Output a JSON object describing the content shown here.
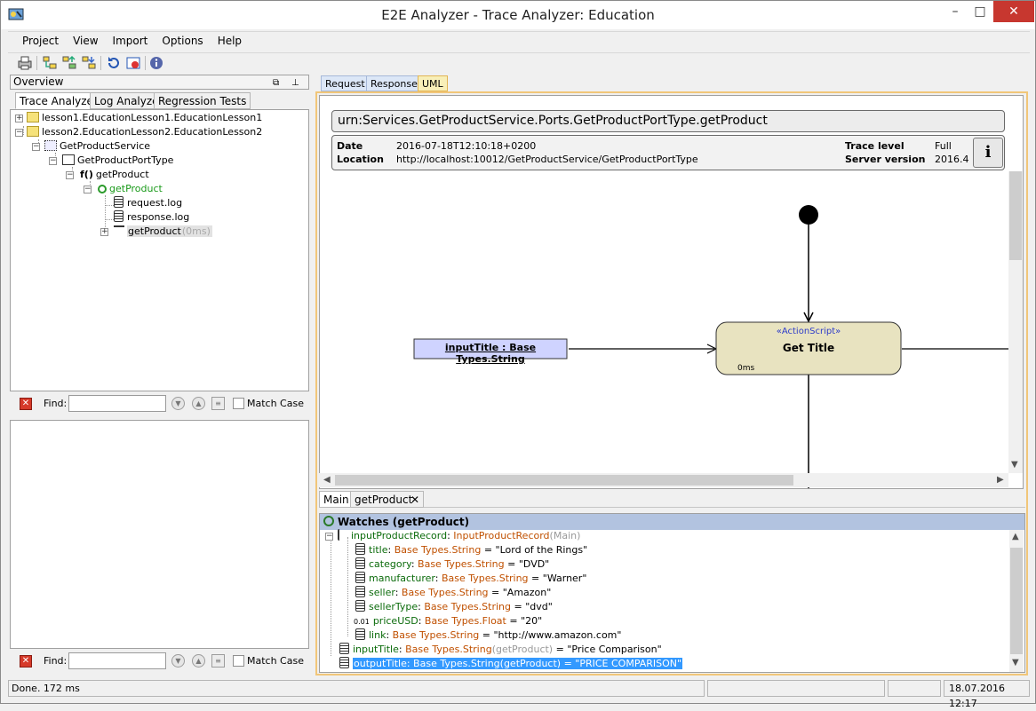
{
  "window": {
    "title": "E2E Analyzer - Trace Analyzer: Education",
    "minimize": "–",
    "maximize": "□",
    "close": "✕"
  },
  "menu": [
    "Project",
    "View",
    "Import",
    "Options",
    "Help"
  ],
  "overview": {
    "title": "Overview"
  },
  "left_tabs": [
    "Trace Analyzer",
    "Log Analyzer",
    "Regression Tests"
  ],
  "tree": {
    "lesson1": "lesson1.EducationLesson1.EducationLesson1",
    "lesson2": "lesson2.EducationLesson2.EducationLesson2",
    "service": "GetProductService",
    "porttype": "GetProductPortType",
    "op": "getProduct",
    "op_prefix": "f()",
    "op_green": "getProduct",
    "req": "request.log",
    "resp": "response.log",
    "sel_item": "getProduct",
    "sel_item_time": "(0ms)"
  },
  "find": {
    "label": "Find:",
    "value": "",
    "match_case": "Match Case"
  },
  "right_tabs": [
    "Request",
    "Response",
    "UML"
  ],
  "uml": {
    "urn": "urn:Services.GetProductService.Ports.GetProductPortType.getProduct",
    "date_label": "Date",
    "date": "2016-07-18T12:10:18+0200",
    "location_label": "Location",
    "location": "http://localhost:10012/GetProductService/GetProductPortType",
    "trace_level_label": "Trace level",
    "trace_level": "Full",
    "server_version_label": "Server version",
    "server_version": "2016.4",
    "info_button": "i",
    "input_node": "inputTitle : Base Types.String",
    "action_stereotype": "«ActionScript»",
    "action_name": "Get Title",
    "action_time": "0ms"
  },
  "bottom_tabs": [
    "Main",
    "getProduct"
  ],
  "watches": {
    "title": "Watches (getProduct)",
    "record": {
      "name": "inputProductRecord",
      "type": "InputProductRecord",
      "scope": "(Main)"
    },
    "fields": [
      {
        "name": "title",
        "type": "Base Types.String",
        "value": "= \"Lord of the Rings\""
      },
      {
        "name": "category",
        "type": "Base Types.String",
        "value": "= \"DVD\""
      },
      {
        "name": "manufacturer",
        "type": "Base Types.String",
        "value": "= \"Warner\""
      },
      {
        "name": "seller",
        "type": "Base Types.String",
        "value": "= \"Amazon\""
      },
      {
        "name": "sellerType",
        "type": "Base Types.String",
        "value": "= \"dvd\""
      },
      {
        "name": "priceUSD",
        "type": "Base Types.Float",
        "value": "= \"20\"",
        "icon": "0.01"
      },
      {
        "name": "link",
        "type": "Base Types.String",
        "value": "= \"http://www.amazon.com\""
      }
    ],
    "inputTitle": {
      "name": "inputTitle",
      "type": "Base Types.String",
      "scope": "(getProduct)",
      "value": "= \"Price Comparison\""
    },
    "outputTitle": {
      "text": "outputTitle: Base Types.String(getProduct) = \"PRICE COMPARISON\""
    }
  },
  "status": {
    "left": "Done.  172 ms",
    "datetime": "18.07.2016 12:17"
  }
}
